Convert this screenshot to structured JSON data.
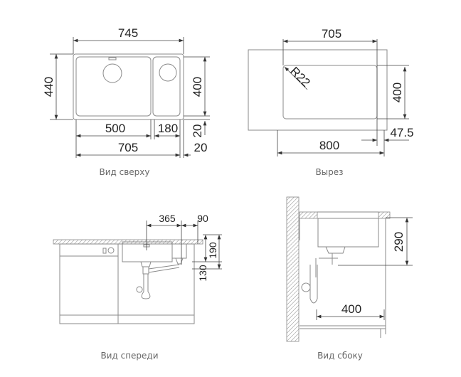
{
  "top_view": {
    "caption": "Вид сверху",
    "dims": {
      "overall_width": "745",
      "overall_depth": "440",
      "bowl_depth": "400",
      "main_bowl": "500",
      "small_bowl": "180",
      "inner_width": "705",
      "offset_v": "20",
      "offset_h": "20"
    }
  },
  "cutout_view": {
    "caption": "Вырез",
    "dims": {
      "width": "705",
      "radius": "R22",
      "depth": "400",
      "cabinet": "800",
      "offset": "47.5"
    }
  },
  "front_view": {
    "caption": "Вид спереди",
    "dims": {
      "drain_offset": "365",
      "small_offset": "90",
      "depth_main": "190",
      "depth_small": "130"
    }
  },
  "side_view": {
    "caption": "Вид сбоку",
    "dims": {
      "depth": "290",
      "cabinet_depth": "400"
    }
  }
}
